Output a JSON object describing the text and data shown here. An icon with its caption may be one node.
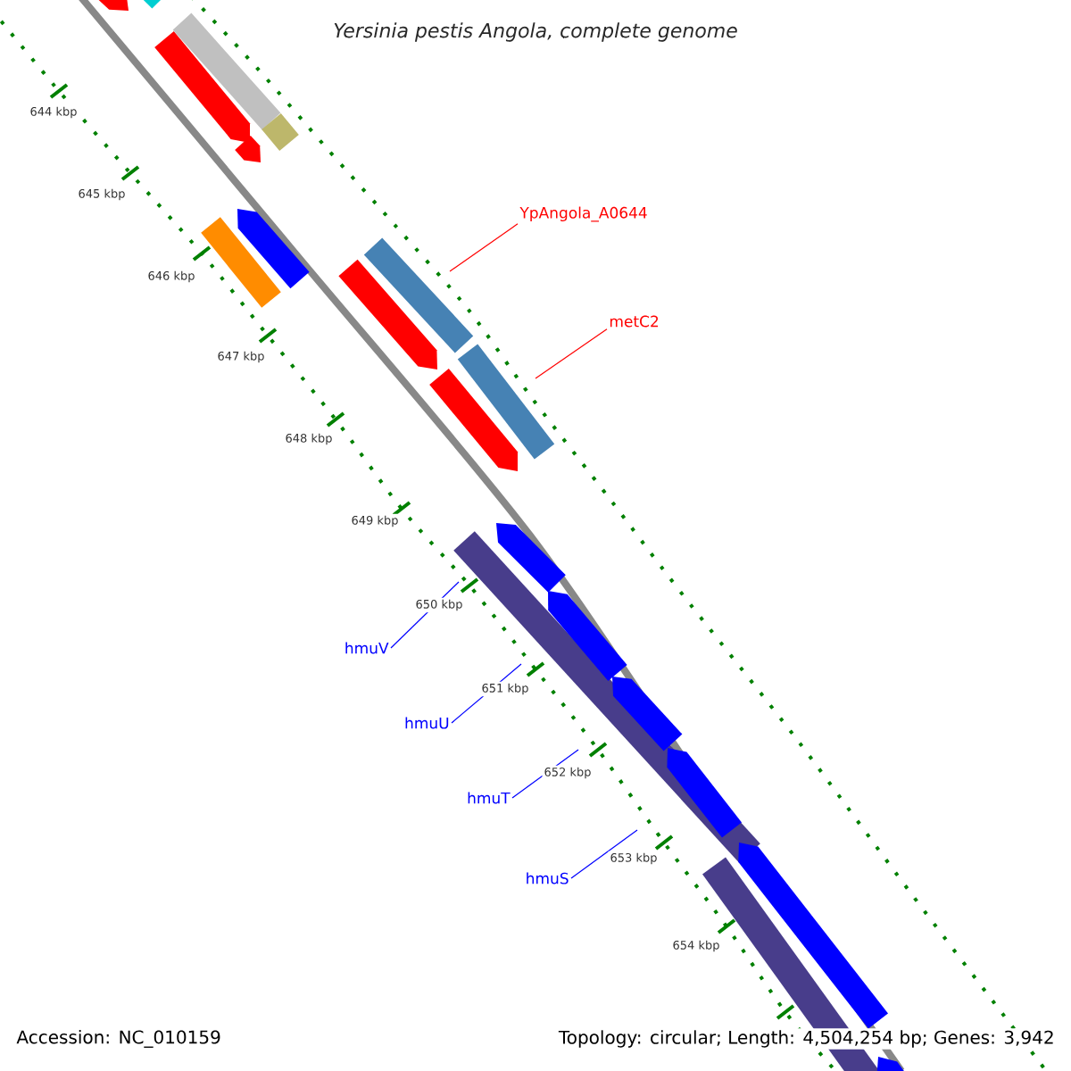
{
  "diagram": {
    "title": "Yersinia pestis Angola, complete genome",
    "nodes": [
      {
        "text": [
          "YpAngola_A0644"
        ]
      },
      {
        "text": [
          "metC2"
        ]
      },
      {
        "text": [
          "hmuV"
        ]
      },
      {
        "text": [
          "hmuU"
        ]
      },
      {
        "text": [
          "hmuT"
        ]
      },
      {
        "text": [
          "hmuS"
        ]
      }
    ],
    "edges": [
      {
        "from": 0,
        "to": null,
        "arrow": "none",
        "color": "#ff0000"
      },
      {
        "from": 1,
        "to": null,
        "arrow": "none",
        "color": "#ff0000"
      },
      {
        "from": 2,
        "to": null,
        "arrow": "none"
      },
      {
        "from": 3,
        "to": null,
        "arrow": "none"
      },
      {
        "from": 4,
        "to": null,
        "arrow": "none"
      },
      {
        "from": 5,
        "to": null,
        "arrow": "none"
      }
    ],
    "labels": [
      "644 kbp",
      "645 kbp",
      "646 kbp",
      "647 kbp",
      "648 kbp",
      "649 kbp",
      "650 kbp",
      "651 kbp",
      "652 kbp",
      "653 kbp",
      "654 kbp",
      "Accession: NC_010159",
      "Topology: circular; Length: 4,504,254 bp; Genes: 3,942"
    ]
  }
}
